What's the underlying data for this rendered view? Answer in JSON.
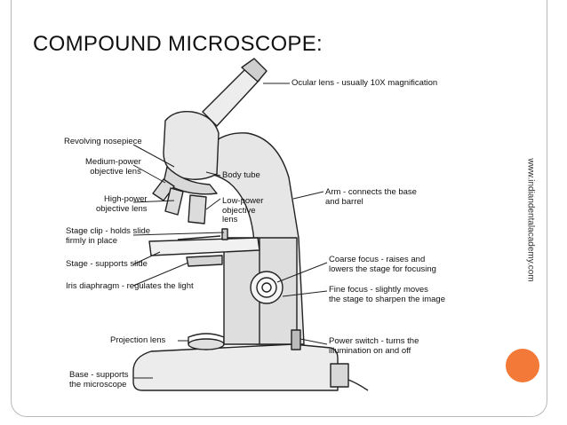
{
  "slide": {
    "title": "COMPOUND MICROSCOPE:",
    "watermark": "www.indiandentalacademy.com",
    "accent_color": "#f27938",
    "border_color": "#b8b8b8"
  },
  "diagram": {
    "labels": {
      "ocular_lens": "Ocular lens - usually 10X magnification",
      "revolving_nosepiece": "Revolving nosepiece",
      "medium_power": "Medium-power\nobjective lens",
      "body_tube": "Body tube",
      "high_power": "High-power\nobjective lens",
      "low_power": "Low-power\nobjective\nlens",
      "arm": "Arm - connects the base\nand barrel",
      "stage_clip": "Stage clip - holds slide\nfirmly in place",
      "stage": "Stage - supports slide",
      "coarse_focus": "Coarse focus - raises and\nlowers the stage for focusing",
      "iris_diaphragm": "Iris diaphragm - regulates the light",
      "fine_focus": "Fine focus - slightly moves\nthe stage to sharpen the image",
      "projection_lens": "Projection lens",
      "power_switch": "Power switch - turns the\nillumination on and off",
      "base": "Base - supports\nthe microscope"
    }
  }
}
